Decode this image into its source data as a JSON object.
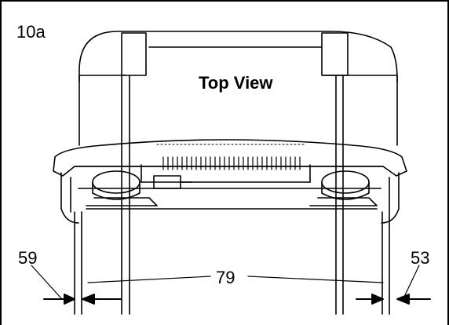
{
  "figure": {
    "number_label": "10a",
    "view_title": "Top View"
  },
  "callouts": {
    "left": "59",
    "center": "79",
    "right": "53"
  }
}
